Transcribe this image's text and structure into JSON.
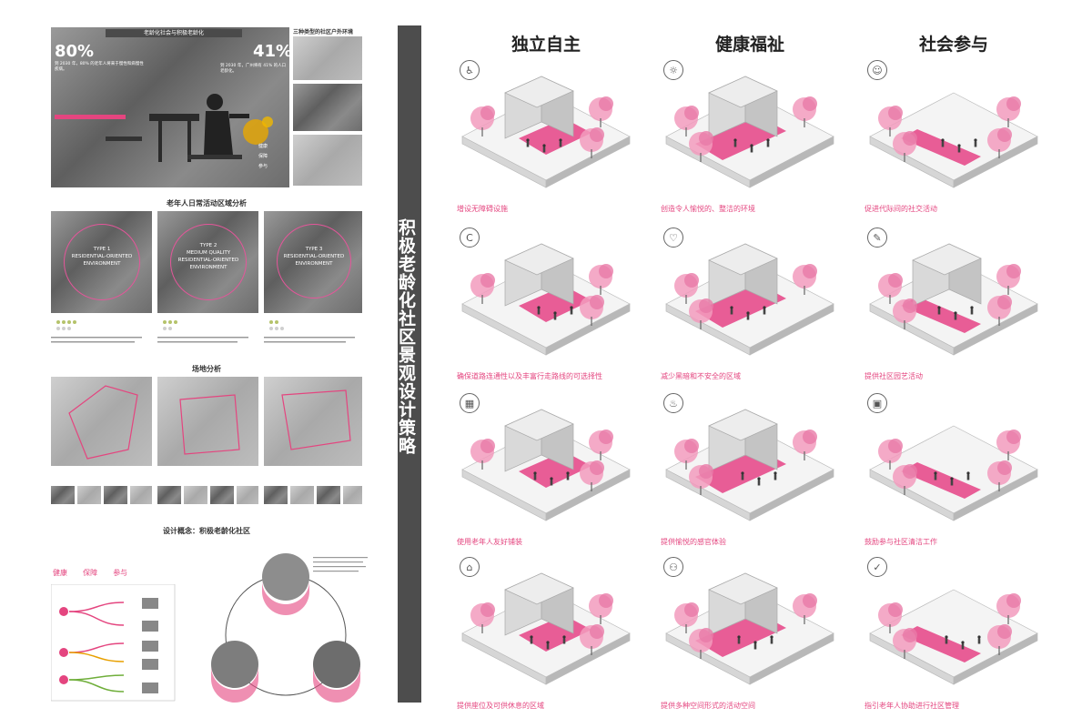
{
  "colors": {
    "accent": "#e4457f",
    "dark": "#4d4d4d"
  },
  "left": {
    "hero": {
      "bar_title": "老龄化社会与积极老龄化",
      "stat1": "80%",
      "stat1_text": "到 2030 年，80% 的老年人将来于慢性和病慢性疾病。",
      "stat2": "41%",
      "stat2_text": "到 2030 年，广州将有 41% 的人口老龄化。",
      "legend": [
        "健康",
        "保障",
        "参与"
      ]
    },
    "env_title": "三种类型的社区户外环境",
    "daily_title": "老年人日常活动区域分析",
    "types": [
      {
        "line1": "TYPE 1",
        "line2": "RESIDENTIAL-ORIENTED",
        "line3": "ENVIRONMENT"
      },
      {
        "line1": "TYPE 2",
        "line2": "MEDIUM QUALITY",
        "line3": "RESIDENTIAL-ORIENTED",
        "line4": "ENVIRONMENT"
      },
      {
        "line1": "TYPE 3",
        "line2": "RESIDENTIAL-ORIENTED",
        "line3": "ENVIRONMENT"
      }
    ],
    "site_title": "场地分析",
    "concept_title": "设计概念：积极老龄化社区",
    "concept_legend": [
      "健康",
      "保障",
      "参与"
    ]
  },
  "main_title": "积极老龄化社区景观设计策略",
  "columns": [
    "独立自主",
    "健康福祉",
    "社会参与"
  ],
  "cells": [
    {
      "icon": "accessibility-icon",
      "glyph": "♿",
      "caption": "增设无障碍设施"
    },
    {
      "icon": "pet-walk-icon",
      "glyph": "☼",
      "caption": "创造令人愉悦的、整洁的环境"
    },
    {
      "icon": "social-activity-icon",
      "glyph": "☺",
      "caption": "促进代际间的社交活动"
    },
    {
      "icon": "route-icon",
      "glyph": "C",
      "caption": "确保道路连通性以及丰富行走路线的可选择性"
    },
    {
      "icon": "safety-icon",
      "glyph": "♡",
      "caption": "减少黑暗和不安全的区域"
    },
    {
      "icon": "gardening-icon",
      "glyph": "✎",
      "caption": "提供社区园艺活动"
    },
    {
      "icon": "paving-icon",
      "glyph": "▦",
      "caption": "使用老年人友好铺装"
    },
    {
      "icon": "sensory-icon",
      "glyph": "♨",
      "caption": "提供愉悦的感官体验"
    },
    {
      "icon": "cleaning-icon",
      "glyph": "▣",
      "caption": "鼓励参与社区清洁工作"
    },
    {
      "icon": "seating-icon",
      "glyph": "⌂",
      "caption": "提供座位及可供休息的区域"
    },
    {
      "icon": "multi-space-icon",
      "glyph": "⚇",
      "caption": "提供多种空间形式的活动空间"
    },
    {
      "icon": "management-icon",
      "glyph": "✓",
      "caption": "指引老年人协助进行社区管理"
    }
  ]
}
